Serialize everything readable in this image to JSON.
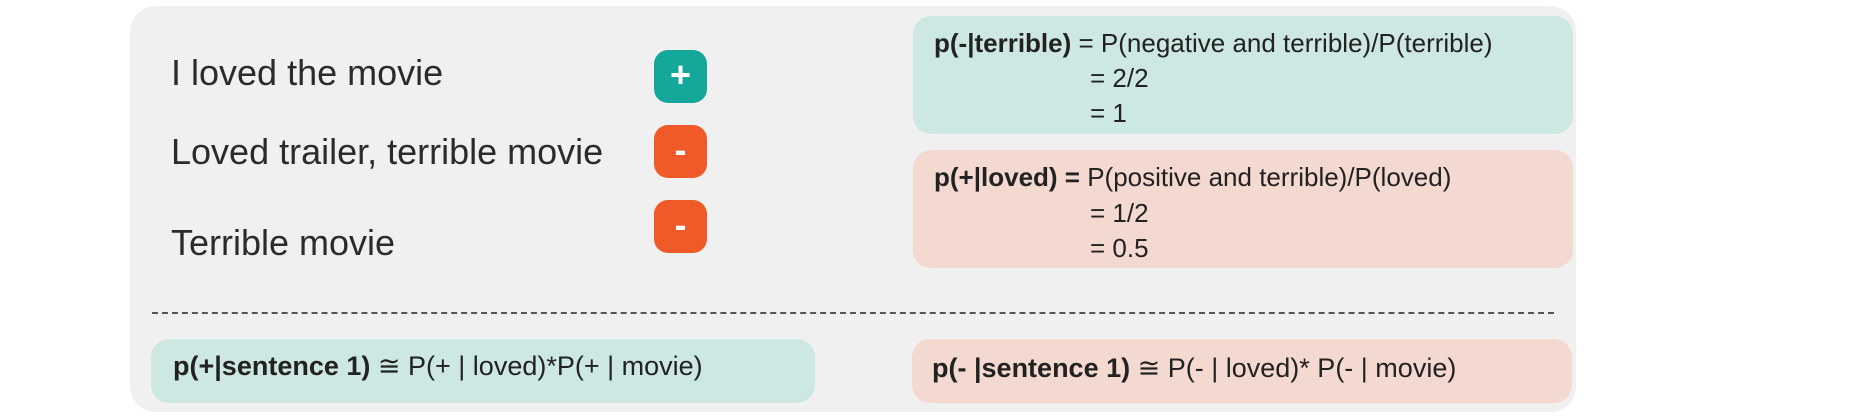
{
  "sentences": [
    {
      "text": "I loved the movie",
      "label": "+"
    },
    {
      "text": "Loved trailer, terrible movie",
      "label": "-"
    },
    {
      "text": "Terrible movie",
      "label": "-"
    }
  ],
  "prob_neg_terrible": {
    "lhs": "p(-|terrible)",
    "line1": "= P(negative and terrible)/P(terrible)",
    "line2": "= 2/2",
    "line3": "= 1"
  },
  "prob_pos_loved": {
    "lhs": "p(+|loved) =",
    "line1": "P(positive and terrible)/P(loved)",
    "line2": "= 1/2",
    "line3_eq": "=",
    "line3_val": "0.5"
  },
  "bottom": {
    "pos": {
      "lhs": "p(+|sentence 1)",
      "rhs": "≅ P(+ | loved)*P(+ | movie)"
    },
    "neg": {
      "lhs": "p(- |sentence 1)",
      "rhs": "≅ P(-  | loved)* P(-  | movie)"
    }
  },
  "colors": {
    "positive": "#13a89a",
    "negative": "#f05a28",
    "teal_box": "#cde7e3",
    "peach_box": "#f4d9d0",
    "panel": "#f0f0f0"
  }
}
